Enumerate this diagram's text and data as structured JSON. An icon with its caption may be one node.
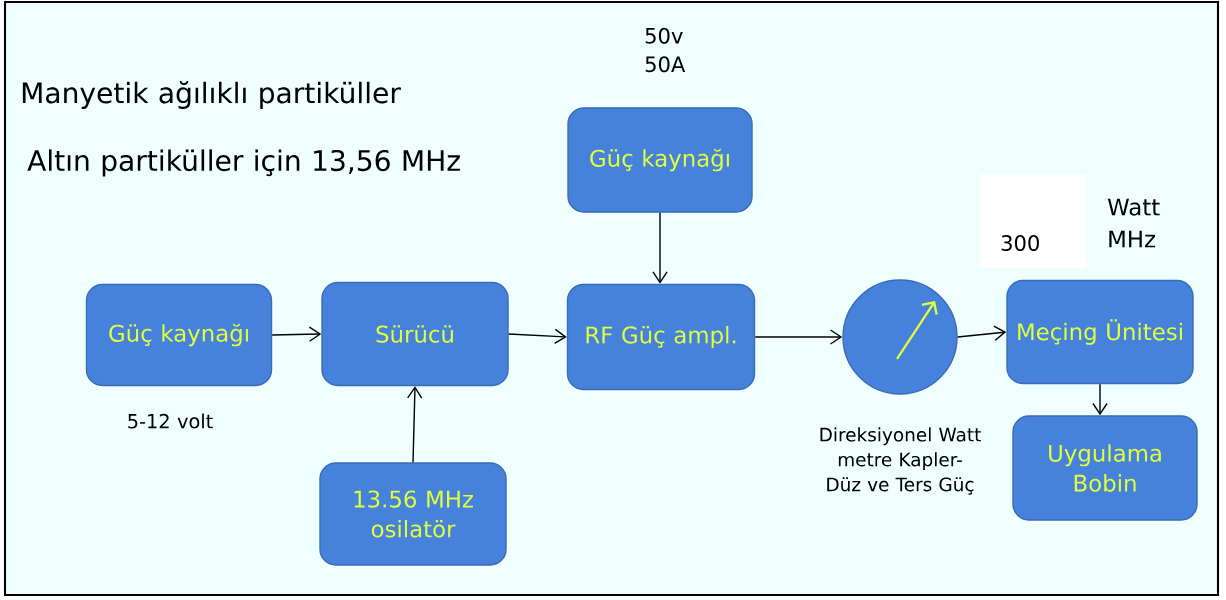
{
  "diagram": {
    "nodes": [
      {
        "text": [
          "Güç kaynağı"
        ],
        "beside": [
          "50v 50A"
        ]
      },
      {
        "text": [
          "Güç kaynağı"
        ],
        "beside": [
          "5-12  volt"
        ]
      },
      {
        "text": [
          "Sürücü"
        ]
      },
      {
        "text": [
          "RF Güç ampl."
        ]
      },
      {
        "text": [],
        "shape": "circle",
        "beside": [
          "Direksiyonel Watt metre Kapler-Düz ve Ters Güç"
        ]
      },
      {
        "text": [
          "Meçing  Ünitesi"
        ]
      },
      {
        "text": [
          "13.56  MHz osilatör"
        ]
      },
      {
        "text": [
          "Uygulama Bobin"
        ]
      },
      {
        "text": [
          "300"
        ]
      }
    ],
    "edges": [
      {
        "from": 1,
        "to": 2,
        "arrow": "to"
      },
      {
        "from": 2,
        "to": 3,
        "arrow": "to"
      },
      {
        "from": 0,
        "to": 3,
        "arrow": "to"
      },
      {
        "from": 3,
        "to": 4,
        "arrow": "to"
      },
      {
        "from": 4,
        "to": 5,
        "arrow": "to"
      },
      {
        "from": 6,
        "to": 2,
        "arrow": "to"
      },
      {
        "from": 5,
        "to": 7,
        "arrow": "to"
      }
    ],
    "labels": [
      "Manyetik ağılıklı partiküller",
      "Altın partiküller  için 13,56 MHz",
      "Watt MHz"
    ]
  }
}
